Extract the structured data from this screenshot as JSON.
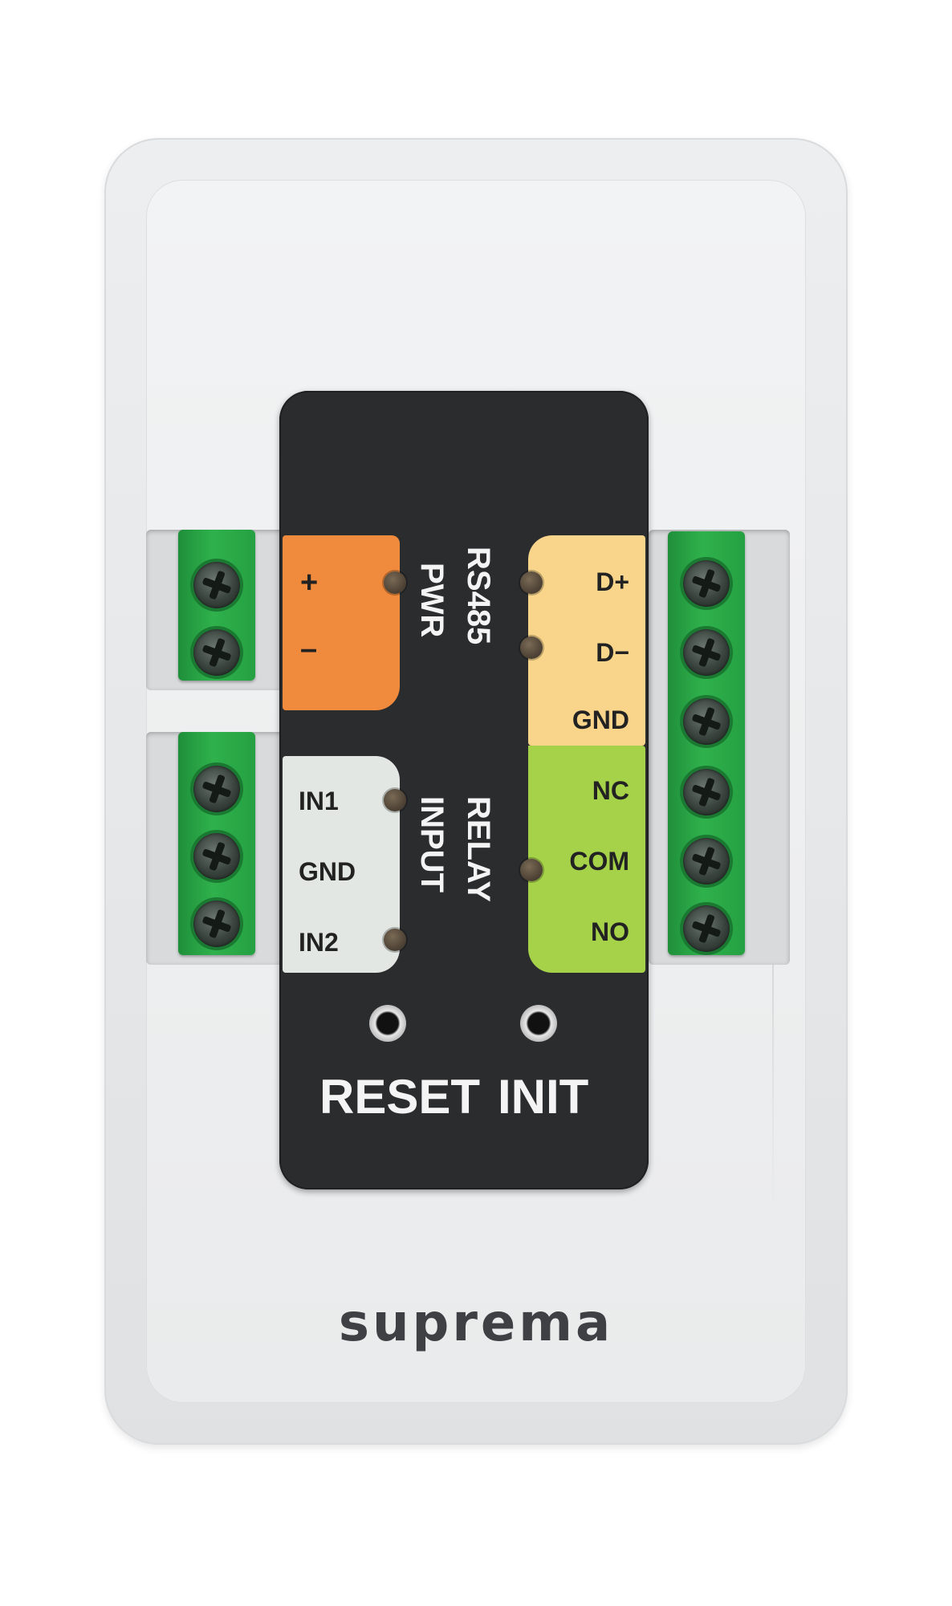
{
  "device": {
    "brand": "suprema",
    "colors": {
      "housing": "#e8eaeb",
      "panel": "#2b2c2e",
      "pwr": "#f08a3c",
      "input": "#e2e7e3",
      "rs485": "#f8d58a",
      "relay": "#a6d24a",
      "terminal": "#2fb14c"
    }
  },
  "groups": {
    "pwr": "PWR",
    "rs485": "RS485",
    "input": "INPUT",
    "relay": "RELAY"
  },
  "left_terminals": {
    "plus": "+",
    "minus": "–",
    "in1": "IN1",
    "gnd": "GND",
    "in2": "IN2"
  },
  "right_terminals": {
    "d_plus": "D+",
    "d_minus": "D−",
    "gnd": "GND",
    "nc": "NC",
    "com": "COM",
    "no": "NO"
  },
  "buttons": {
    "reset": "RESET",
    "init": "INIT"
  }
}
